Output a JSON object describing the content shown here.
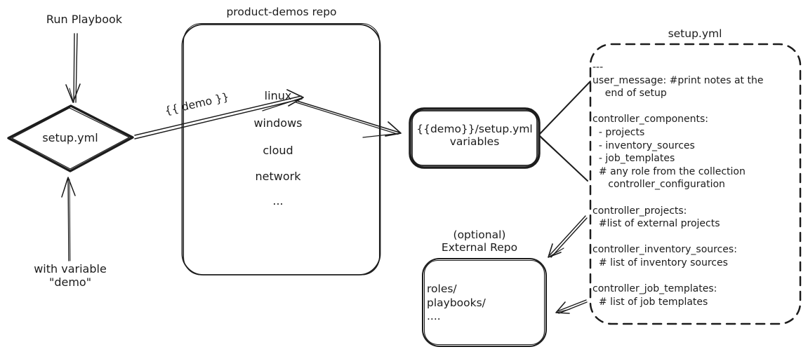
{
  "colors": {
    "ink": "#1c1c1c",
    "background": "#ffffff"
  },
  "left_flow": {
    "run_playbook": "Run Playbook",
    "diamond": "setup.yml",
    "with_variable_line1": "with variable",
    "with_variable_line2": "\"demo\"",
    "demo_arrow": "{{ demo }}"
  },
  "repo": {
    "title": "product-demos repo",
    "items": [
      "linux",
      "windows",
      "cloud",
      "network",
      "..."
    ]
  },
  "variables_box": {
    "line1": "{{demo}}/setup.yml",
    "line2": "variables"
  },
  "setup_yml": {
    "title": "setup.yml",
    "lines": [
      "---",
      "user_message: #print notes at the",
      "    end of setup",
      "",
      "controller_components:",
      "  - projects",
      "  - inventory_sources",
      "  - job_templates",
      "  # any role from the collection",
      "     controller_configuration",
      "",
      "controller_projects:",
      "  #list of external projects",
      "",
      "controller_inventory_sources:",
      "  # list of inventory sources",
      "",
      "controller_job_templates:",
      "  # list of job templates"
    ]
  },
  "external_repo": {
    "title_line1": "(optional)",
    "title_line2": "External Repo",
    "items": [
      "roles/",
      "playbooks/",
      "...."
    ]
  }
}
